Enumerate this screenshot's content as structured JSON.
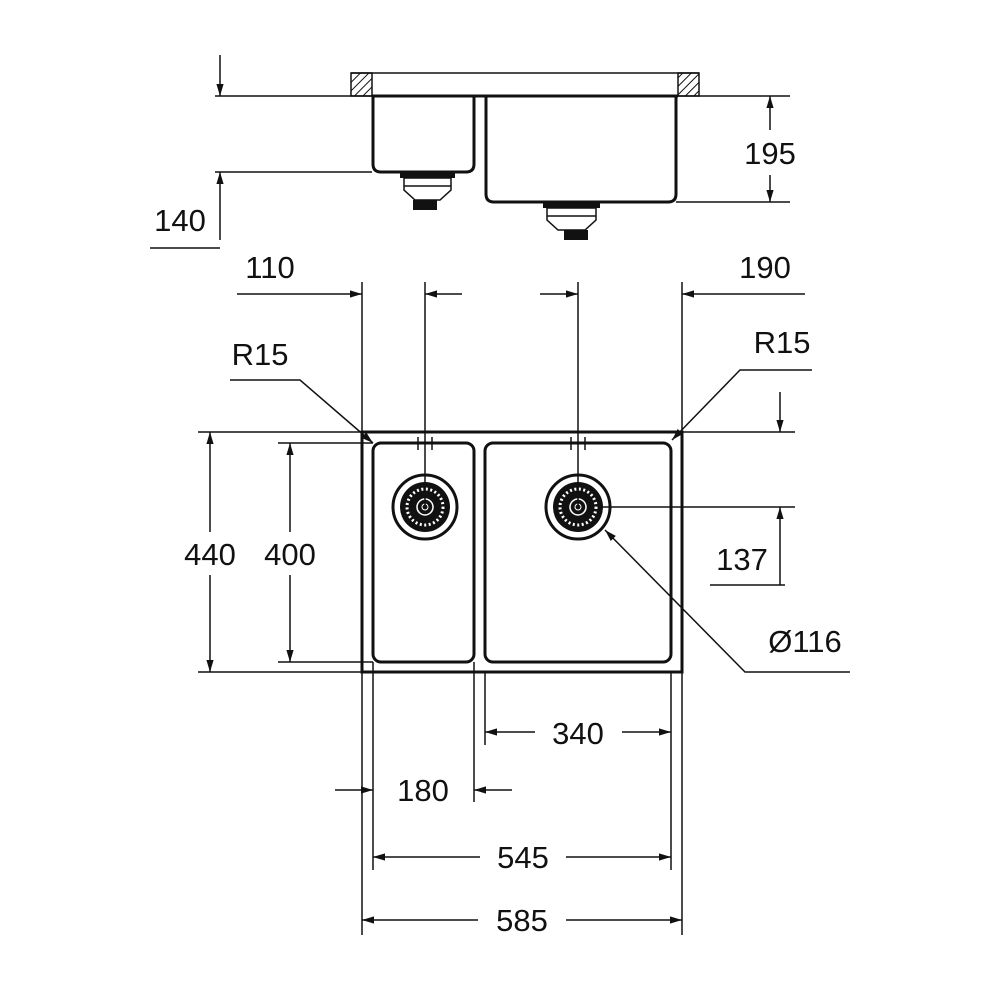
{
  "title": "Double bowl undermount sink dimension drawing",
  "dimensions": {
    "side_left_height": "140",
    "side_right_depth": "195",
    "left_offset": "110",
    "right_offset": "190",
    "radius_left": "R15",
    "radius_right": "R15",
    "outer_depth": "440",
    "inner_depth": "400",
    "drain_offset": "137",
    "drain_diameter": "Ø116",
    "right_bowl_width": "340",
    "left_bowl_width": "180",
    "inner_width": "545",
    "outer_width": "585"
  },
  "colors": {
    "line": "#111111",
    "background": "#ffffff"
  }
}
